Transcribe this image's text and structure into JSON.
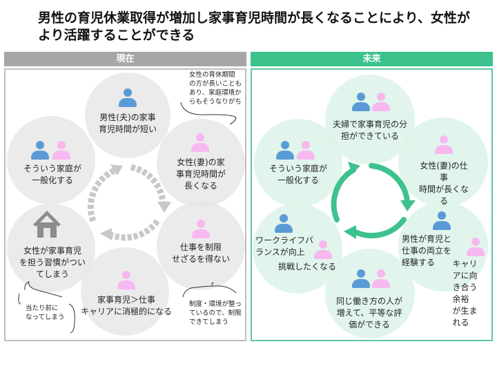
{
  "title": "男性の育児休業取得が増加し家事育児時間が長くなることにより、女性がより活躍することができる",
  "colors": {
    "current": "#a6a6a6",
    "future": "#3dc28e",
    "blue": "#5b9bd5",
    "pink": "#f7b8f0"
  },
  "current": {
    "header": "現在",
    "nodes": [
      "男性(夫)の家事\n育児時間が短い",
      "女性(妻)の家\n事育児時間が\n長くなる",
      "仕事を制限\nせざるを得ない",
      "家事育児＞仕事\nキャリアに消極的になる",
      "女性が家事育児\nを担う習慣がつい\nてしまう",
      "そういう家庭が\n一般化する"
    ],
    "notes": [
      "女性の育休期間\nの方が長いことも\nあり、家庭環境か\nらもそうなりがち",
      "制度・環境が整っ\nているので、制限\nできてしまう",
      "当たり前に\nなってしまう"
    ]
  },
  "future": {
    "header": "未来",
    "nodes": [
      "夫婦で家事育児の分\n担ができている",
      "女性(妻)の仕事\n時間が長くなる",
      "男性が育児と\n仕事の両立を\n経験する",
      "キャリアに向\nき合う余裕\nが生まれる",
      "同じ働き方の人が\n増えて、平等な評\n価ができる",
      "ワークライフバ\nランスが向上",
      "挑戦したくなる",
      "そういう家庭が\n一般化する"
    ]
  }
}
